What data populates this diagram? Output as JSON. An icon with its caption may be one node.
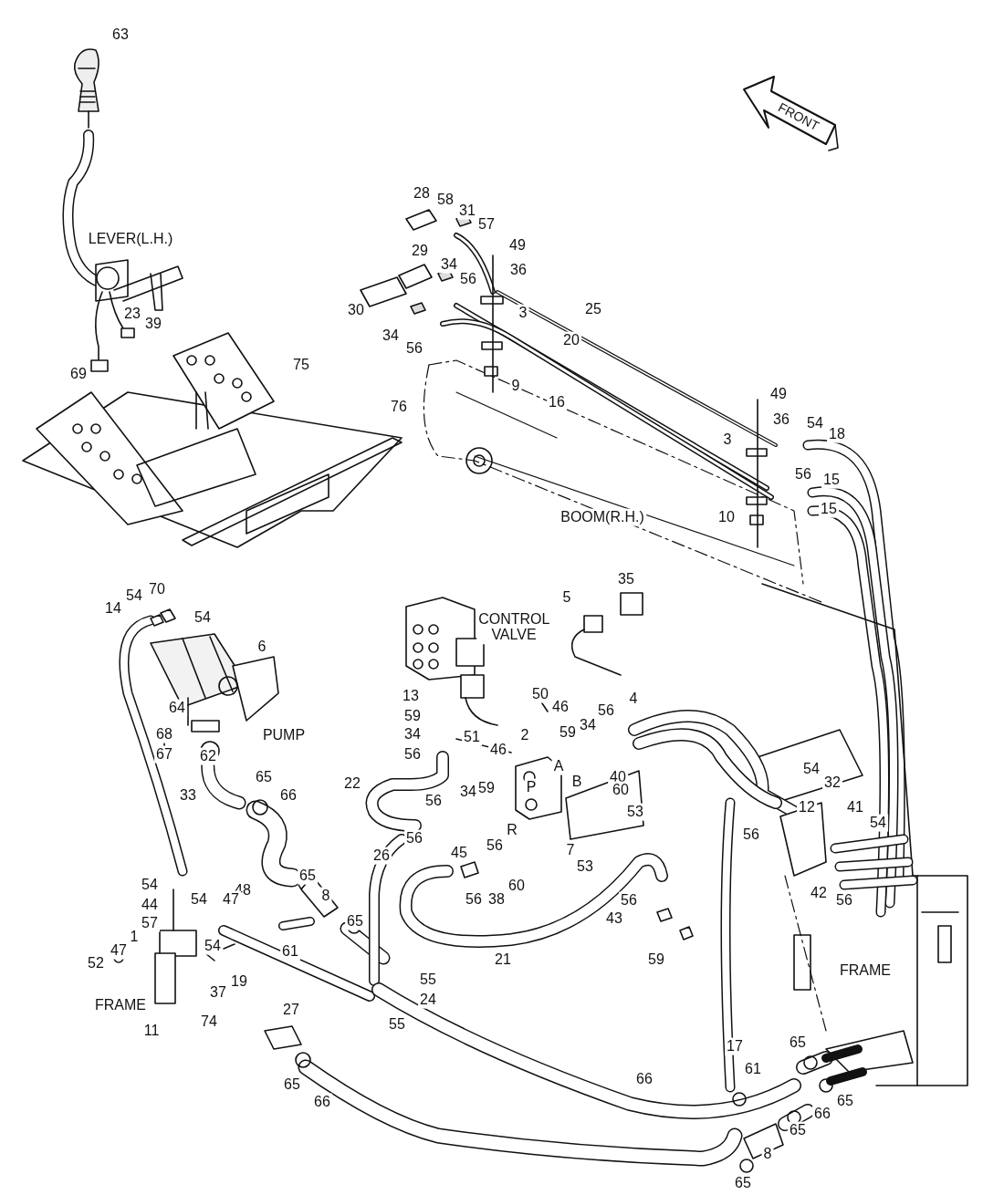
{
  "diagram": {
    "labels": [
      "63",
      "FRONT",
      "28",
      "58",
      "31",
      "57",
      "LEVER(L.H.)",
      "49",
      "29",
      "34",
      "36",
      "56",
      "25",
      "30",
      "3",
      "23",
      "39",
      "34",
      "20",
      "56",
      "75",
      "69",
      "9",
      "49",
      "16",
      "76",
      "36",
      "54",
      "18",
      "3",
      "56",
      "15",
      "15",
      "BOOM(R.H.)",
      "10",
      "35",
      "70",
      "54",
      "5",
      "14",
      "54",
      "CONTROL VALVE",
      "6",
      "13",
      "50",
      "4",
      "46",
      "64",
      "56",
      "59",
      "34",
      "59",
      "68",
      "34",
      "2",
      "PUMP",
      "51",
      "46",
      "67",
      "56",
      "62",
      "A",
      "54",
      "65",
      "40",
      "B",
      "32",
      "22",
      "P",
      "59",
      "60",
      "34",
      "33",
      "66",
      "56",
      "12",
      "41",
      "53",
      "54",
      "R",
      "56",
      "56",
      "56",
      "7",
      "45",
      "26",
      "53",
      "65",
      "54",
      "60",
      "48",
      "42",
      "8",
      "54",
      "47",
      "56",
      "38",
      "56",
      "56",
      "44",
      "43",
      "65",
      "57",
      "1",
      "54",
      "47",
      "61",
      "21",
      "59",
      "52",
      "FRAME",
      "55",
      "19",
      "37",
      "24",
      "FRAME",
      "27",
      "74",
      "55",
      "11",
      "65",
      "17",
      "61",
      "66",
      "65",
      "65",
      "66",
      "66",
      "65",
      "8",
      "65"
    ]
  }
}
